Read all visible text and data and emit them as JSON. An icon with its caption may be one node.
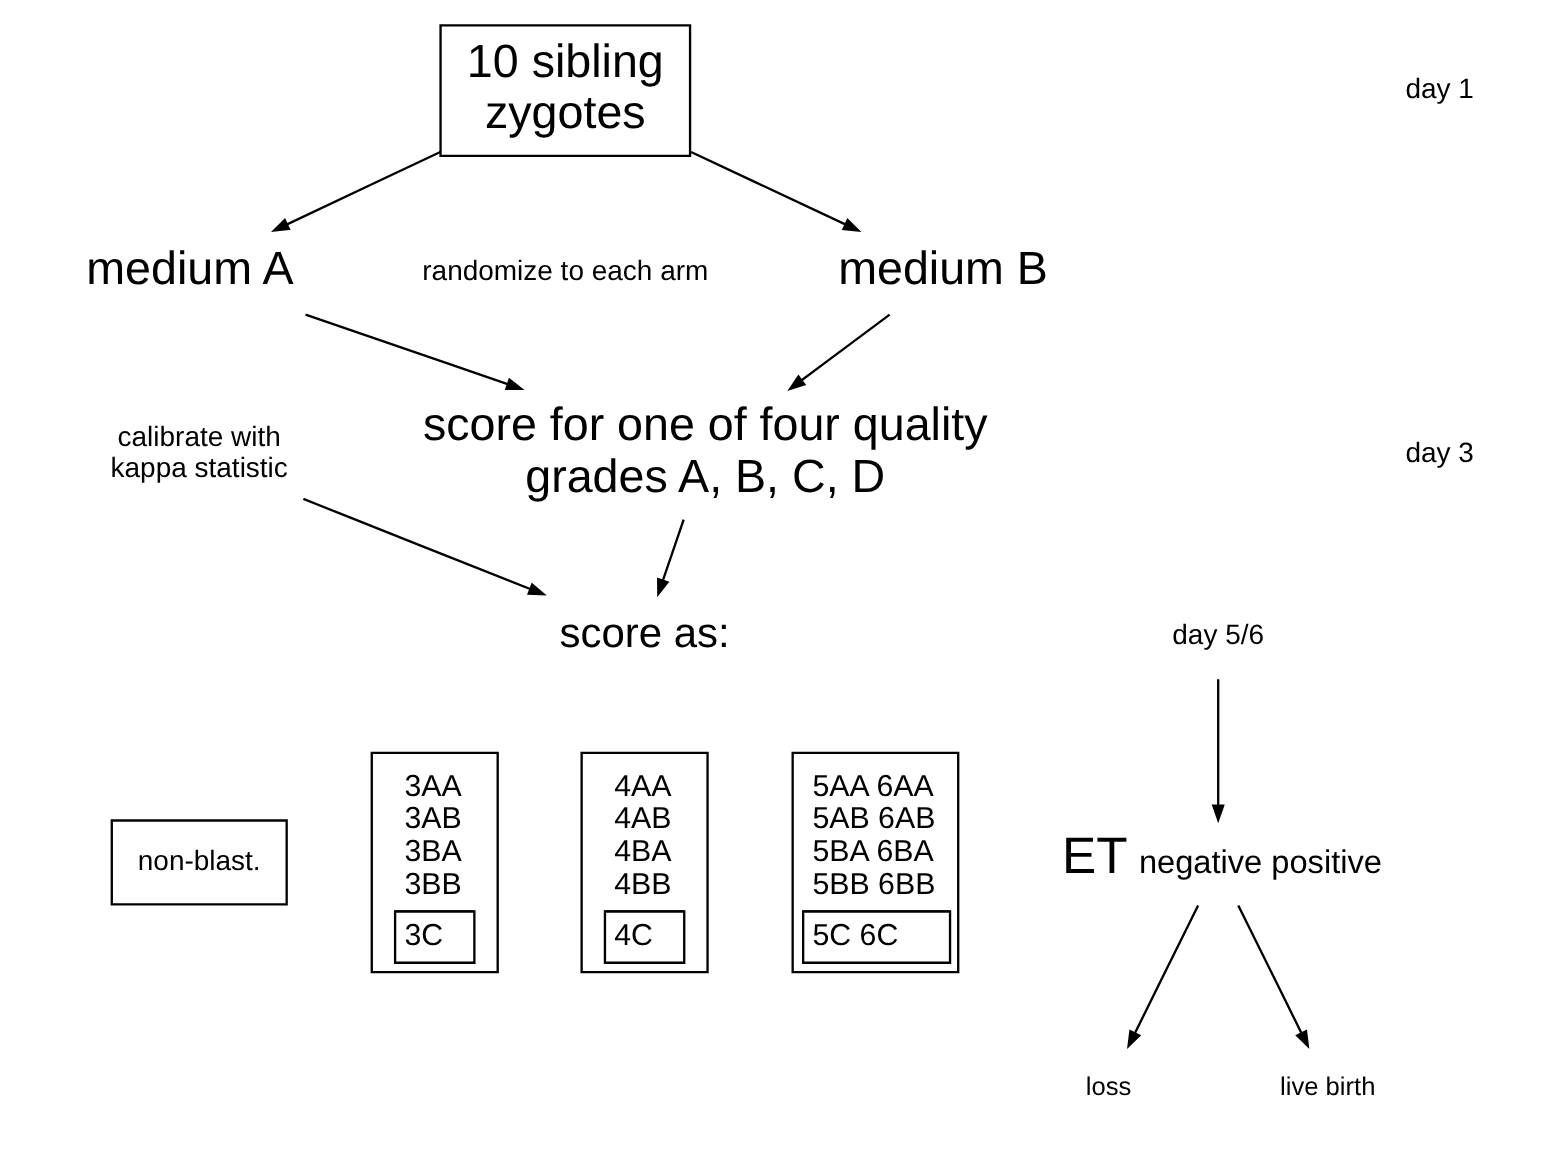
{
  "diagram": {
    "nodes": [
      {
        "text": [
          "10 sibling zygotes"
        ]
      },
      {
        "text": [
          "medium A"
        ]
      },
      {
        "text": [
          "medium B"
        ]
      },
      {
        "text": [
          "score for one of four quality grades A, B, C, D"
        ]
      },
      {
        "text": [
          "calibrate with kappa statistic"
        ]
      },
      {
        "text": [
          "score as:"
        ]
      },
      {
        "text": [
          "non-blast."
        ]
      },
      {
        "text": [
          "3AA 3AB 3BA 3BB",
          "3C"
        ]
      },
      {
        "text": [
          "4AA 4AB 4BA 4BB",
          "4C"
        ]
      },
      {
        "text": [
          "5AA 6AA 5AB 6AB 5BA 6BA 5BB 6BB",
          "5C 6C"
        ]
      },
      {
        "text": [
          "day 5/6"
        ]
      },
      {
        "text": [
          "ET",
          "negative positive"
        ]
      },
      {
        "text": [
          "loss"
        ]
      },
      {
        "text": [
          "live birth"
        ]
      }
    ],
    "edges": [
      {
        "from": 0,
        "to": 1,
        "arrow": "to"
      },
      {
        "from": 0,
        "to": 2,
        "arrow": "to"
      },
      {
        "from": 1,
        "to": 3,
        "arrow": "to"
      },
      {
        "from": 2,
        "to": 3,
        "arrow": "to"
      },
      {
        "from": 3,
        "to": 5,
        "arrow": "to"
      },
      {
        "from": 4,
        "to": 5,
        "arrow": "to"
      },
      {
        "from": 10,
        "to": 11,
        "arrow": "to"
      },
      {
        "from": 11,
        "to": 12,
        "arrow": "to"
      },
      {
        "from": 11,
        "to": 13,
        "arrow": "to"
      }
    ],
    "labels": [
      "day 1",
      "randomize to each arm",
      "day 3"
    ]
  }
}
